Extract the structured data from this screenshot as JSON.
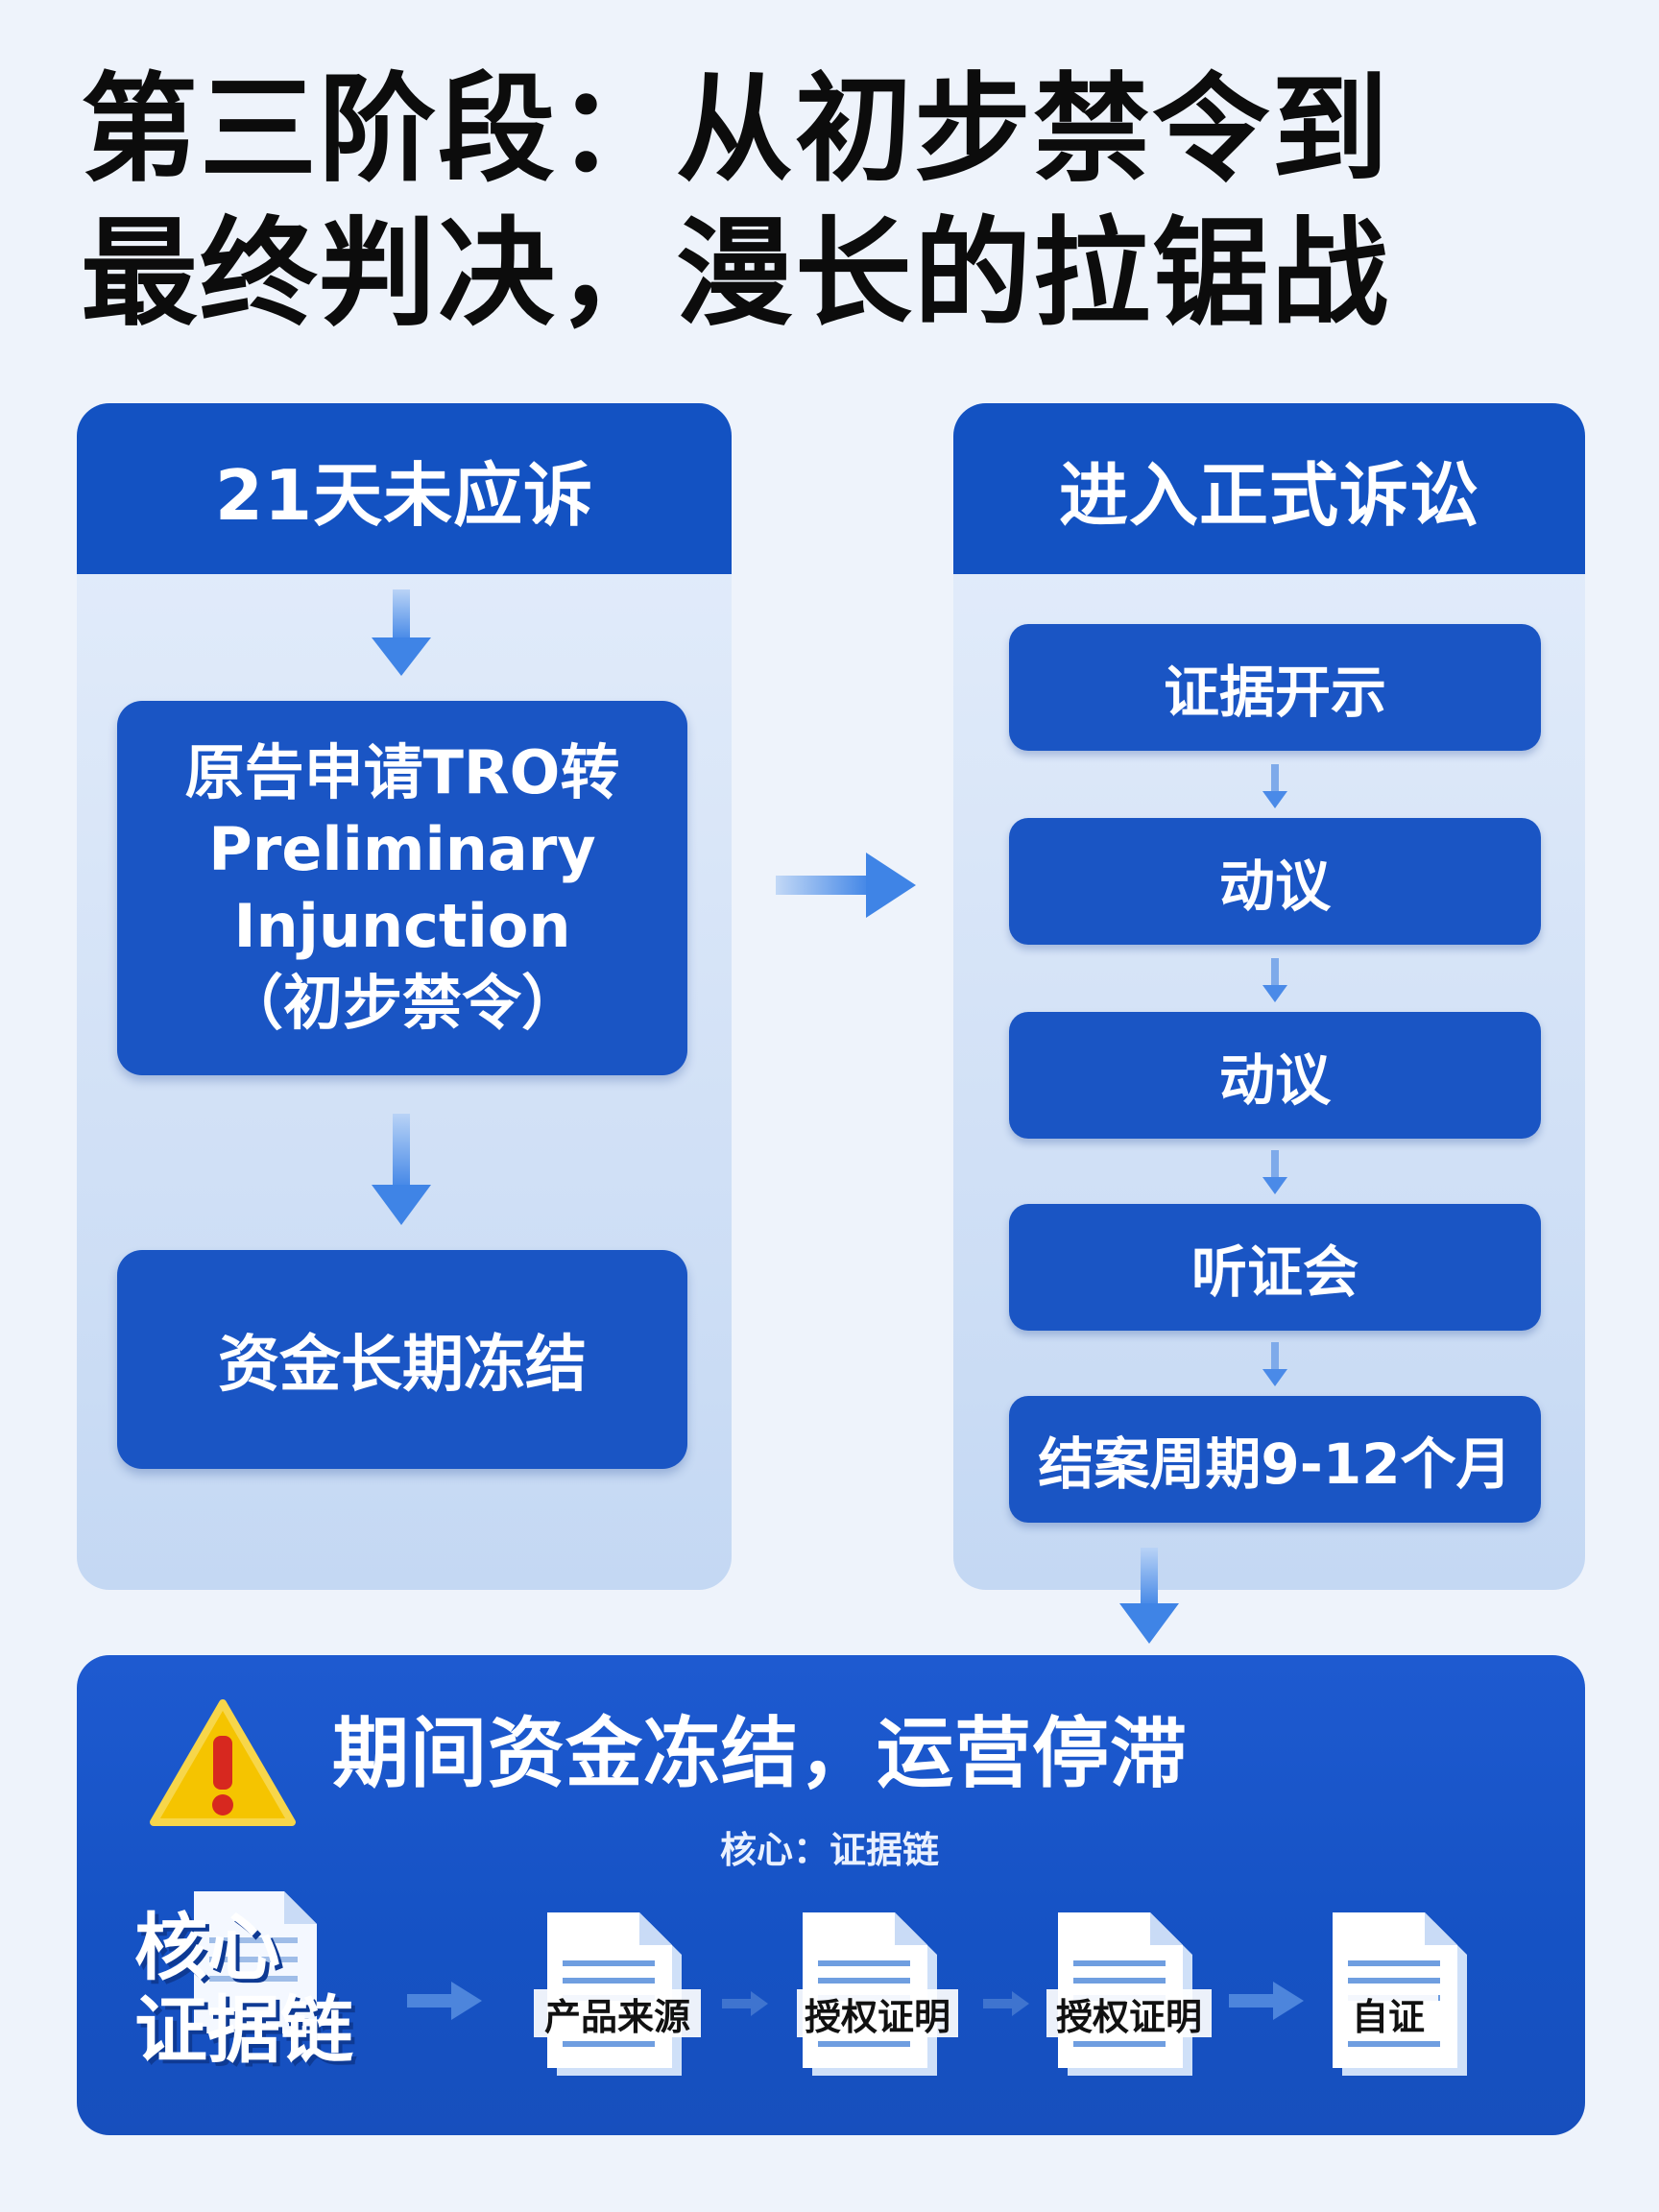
{
  "title": {
    "line1": "第三阶段：从初步禁令到",
    "line2": "最终判决，漫长的拉锯战"
  },
  "left_panel": {
    "header": "21天未应诉",
    "tro_box": {
      "line1": "原告申请TRO转",
      "line2": "Preliminary",
      "line3": "Injunction",
      "line4": "（初步禁令）"
    },
    "freeze_box": "资金长期冻结"
  },
  "right_panel": {
    "header": "进入正式诉讼",
    "steps": [
      "证据开示",
      "动议",
      "动议",
      "听证会",
      "结案周期9-12个月"
    ]
  },
  "bottom": {
    "warning_title": "期间资金冻结，运营停滞",
    "core_subtitle": "核心：证据链",
    "core_label_line1": "核心",
    "core_label_line2": "证据链",
    "documents": [
      "产品来源",
      "授权证明",
      "授权证明",
      "自证"
    ]
  },
  "colors": {
    "primary_blue": "#1a55c4",
    "header_blue": "#1352c2",
    "arrow_blue": "#4a8ae8",
    "warning_yellow": "#f5c400",
    "warning_red": "#d7281f"
  },
  "icons": [
    "warning-icon",
    "document-icon",
    "arrow-right-icon",
    "arrow-down-icon"
  ]
}
